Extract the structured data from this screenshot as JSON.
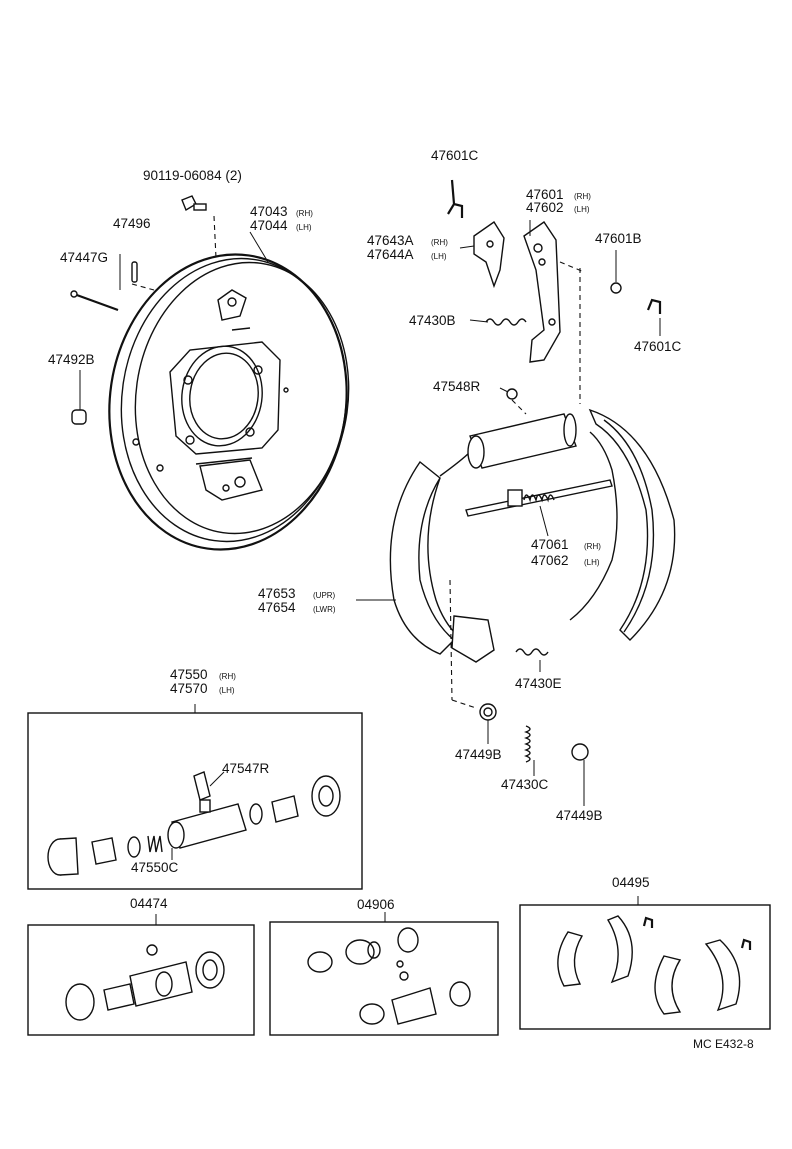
{
  "diagram": {
    "code": "MC  E432-8",
    "parts": {
      "bolt": "90119-06084 (2)",
      "pin": "47496",
      "hold_down_pin": "47447G",
      "plug": "47492B",
      "backing_plate_rh": "47043",
      "backing_plate_lh": "47044",
      "clip_c_top": "47601C",
      "clip_c_right": "47601C",
      "lever_rh": "47601",
      "lever_lh": "47602",
      "washer_b": "47601B",
      "strut_rh": "47643A",
      "strut_lh": "47644A",
      "spring_b": "47430B",
      "bleeder_top": "47548R",
      "adjuster_rh": "47061",
      "adjuster_lh": "47062",
      "shoe_upr": "47653",
      "shoe_lwr": "47654",
      "spring_e": "47430E",
      "cup_left": "47449B",
      "spring_c": "47430C",
      "cup_right": "47449B",
      "cylinder_rh": "47550",
      "cylinder_lh": "47570",
      "bleeder_kit": "47547R",
      "spring_kit": "47550C",
      "kit_04474": "04474",
      "kit_04906": "04906",
      "kit_04495": "04495"
    },
    "suffix": {
      "rh": "(RH)",
      "lh": "(LH)",
      "upr": "(UPR)",
      "lwr": "(LWR)"
    }
  }
}
